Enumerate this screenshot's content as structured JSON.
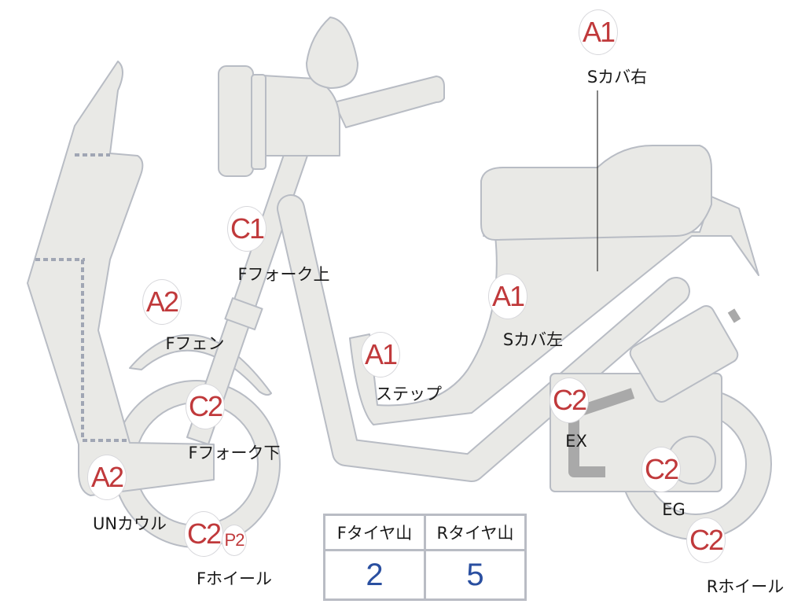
{
  "colors": {
    "part_fill": "#e9e9e6",
    "part_stroke": "#b8bcc4",
    "code": "#c0393b",
    "value": "#2a4fa0"
  },
  "markers": [
    {
      "code": "A1",
      "label": "Sカバ右"
    },
    {
      "code": "C1",
      "label": "Fフォーク上"
    },
    {
      "code": "A2",
      "label": "Fフェン"
    },
    {
      "code": "A1",
      "label": "Sカバ左"
    },
    {
      "code": "A1",
      "label": "ステップ"
    },
    {
      "code": "C2",
      "label": "Fフォーク下"
    },
    {
      "code": "C2",
      "label": "EX"
    },
    {
      "code": "A2",
      "label": "UNカウル"
    },
    {
      "code": "C2",
      "label": "Fホイール",
      "extra": "P2"
    },
    {
      "code": "C2",
      "label": "EG"
    },
    {
      "code": "C2",
      "label": "Rホイール"
    }
  ],
  "tire_table": {
    "headers": [
      "Fタイヤ山",
      "Rタイヤ山"
    ],
    "values": [
      "2",
      "5"
    ]
  }
}
